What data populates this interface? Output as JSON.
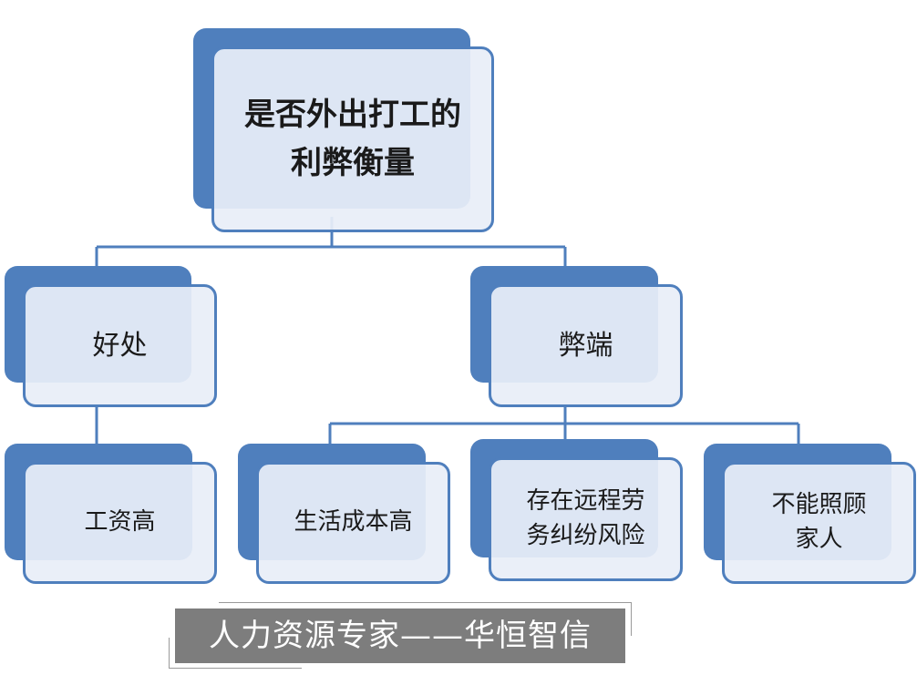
{
  "root": {
    "lines": [
      "是否外出打工的",
      "利弊衡量"
    ]
  },
  "benefits": {
    "label": "好处"
  },
  "drawbacks": {
    "label": "弊端"
  },
  "benefit_items": [
    {
      "lines": [
        "工资高"
      ]
    }
  ],
  "drawback_items": [
    {
      "lines": [
        "生活成本高"
      ]
    },
    {
      "lines": [
        "存在远程劳",
        "务纠纷风险"
      ]
    },
    {
      "lines": [
        "不能照顾",
        "家人"
      ]
    }
  ],
  "footer": {
    "text": "人力资源专家——华恒智信"
  },
  "colors": {
    "accent": "#4f7fbd",
    "box_fill": "#e8eef8",
    "footer_bg": "#7d7d7d"
  }
}
